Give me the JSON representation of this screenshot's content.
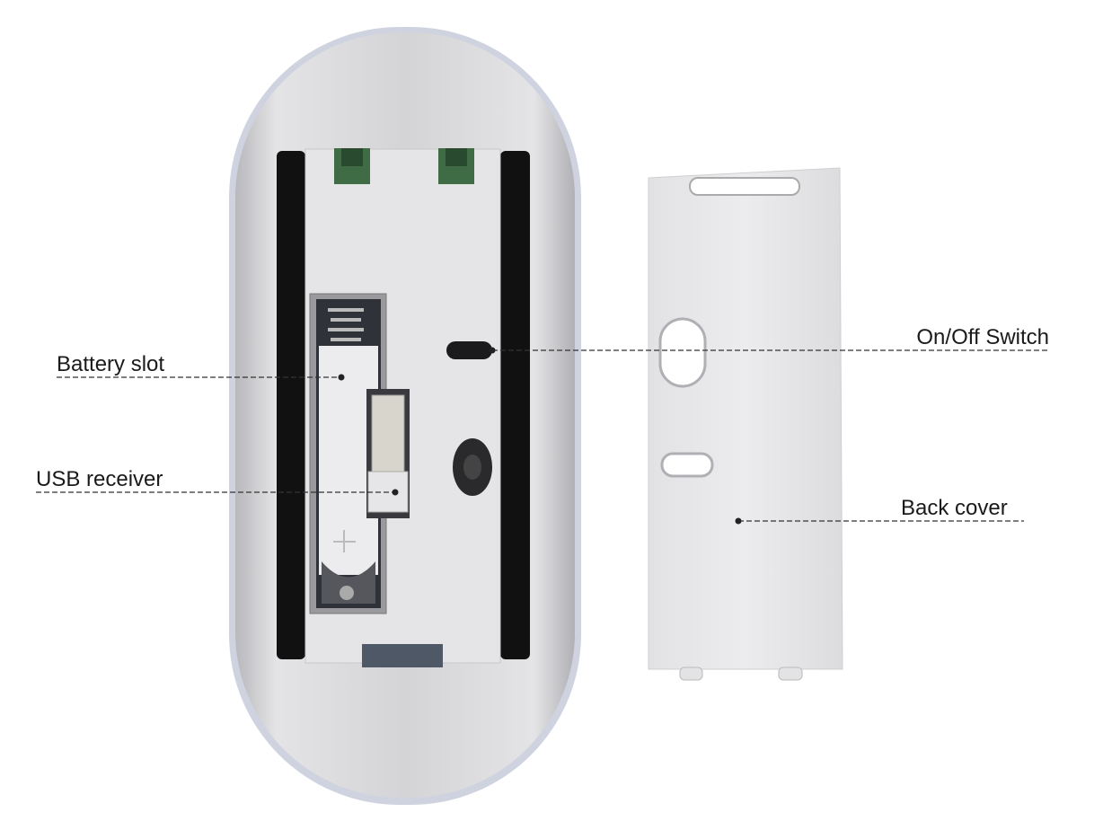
{
  "labels": {
    "battery_slot": "Battery slot",
    "usb_receiver": "USB receiver",
    "on_off_switch": "On/Off Switch",
    "back_cover": "Back cover"
  },
  "colors": {
    "body": "#d9d9db",
    "plate": "#e6e6e8",
    "rubber_strip": "#111111",
    "clip": "#3f6b45",
    "leader_line": "#333333"
  }
}
